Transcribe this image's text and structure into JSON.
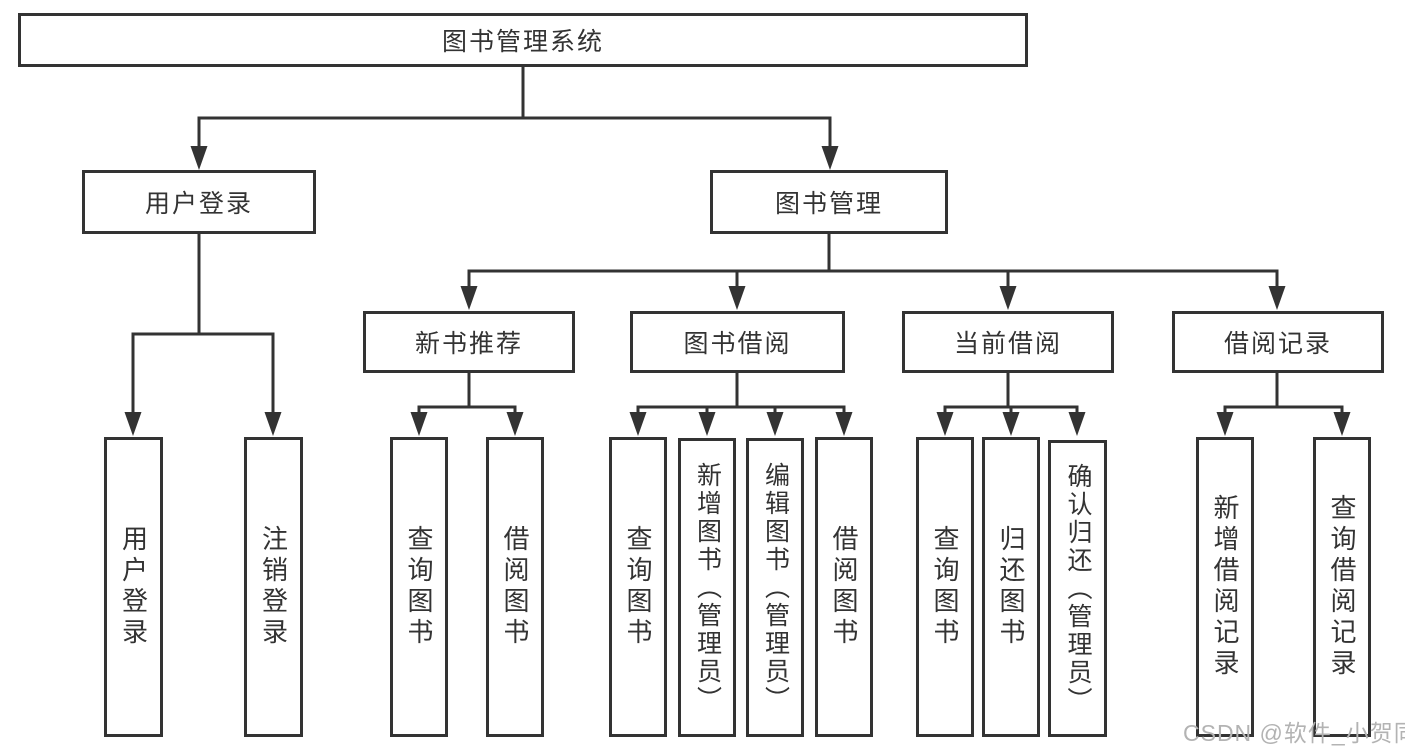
{
  "diagram_title": "图书管理系统",
  "tree": {
    "label": "图书管理系统",
    "children": [
      {
        "label": "用户登录",
        "children": [
          {
            "label": "用户登录"
          },
          {
            "label": "注销登录"
          }
        ]
      },
      {
        "label": "图书管理",
        "children": [
          {
            "label": "新书推荐",
            "children": [
              {
                "label": "查询图书"
              },
              {
                "label": "借阅图书"
              }
            ]
          },
          {
            "label": "图书借阅",
            "children": [
              {
                "label": "查询图书"
              },
              {
                "label": "新增图书（管理员）"
              },
              {
                "label": "编辑图书（管理员）"
              },
              {
                "label": "借阅图书"
              }
            ]
          },
          {
            "label": "当前借阅",
            "children": [
              {
                "label": "查询图书"
              },
              {
                "label": "归还图书"
              },
              {
                "label": "确认归还（管理员）"
              }
            ]
          },
          {
            "label": "借阅记录",
            "children": [
              {
                "label": "新增借阅记录"
              },
              {
                "label": "查询借阅记录"
              }
            ]
          }
        ]
      }
    ]
  },
  "watermark": {
    "text": "CSDN @软件_小贺同学"
  },
  "colors": {
    "line": "#333333",
    "box_fill": "#ffffff",
    "text": "#333333",
    "watermark": "#b3b3b3",
    "background": "#ffffff"
  }
}
